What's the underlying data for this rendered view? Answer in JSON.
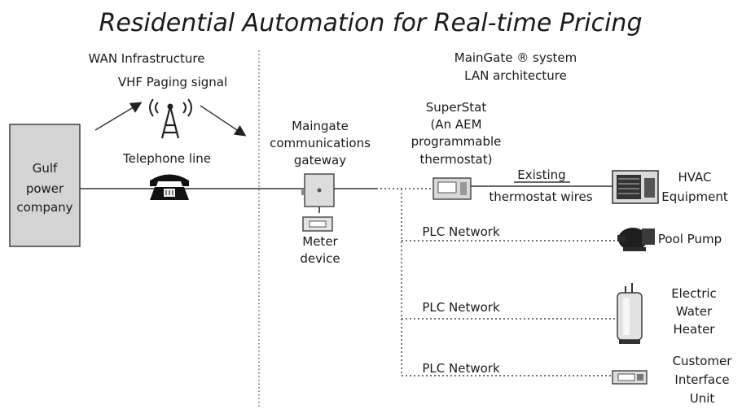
{
  "title": "Residential Automation for Real-time Pricing",
  "wan": {
    "heading": "WAN Infrastructure",
    "paging_label": "VHF Paging signal",
    "telephone_label": "Telephone line"
  },
  "lan": {
    "heading_line1": "MainGate ® system",
    "heading_line2": "LAN architecture"
  },
  "utility": {
    "line1": "Gulf",
    "line2": "power",
    "line3": "company"
  },
  "gateway": {
    "line1": "Maingate",
    "line2": "communications",
    "line3": "gateway"
  },
  "meter": {
    "line1": "Meter",
    "line2": "device"
  },
  "superstat": {
    "line1": "SuperStat",
    "line2": "(An AEM",
    "line3": "programmable",
    "line4": "thermostat)"
  },
  "thermostat_wires": {
    "line1": "Existing",
    "line2": "thermostat wires"
  },
  "plc_label": "PLC Network",
  "devices": {
    "hvac": {
      "line1": "HVAC",
      "line2": "Equipment"
    },
    "pool": {
      "line1": "Pool Pump"
    },
    "heater": {
      "line1": "Electric",
      "line2": "Water",
      "line3": "Heater"
    },
    "ciu": {
      "line1": "Customer",
      "line2": "Interface",
      "line3": "Unit"
    }
  }
}
